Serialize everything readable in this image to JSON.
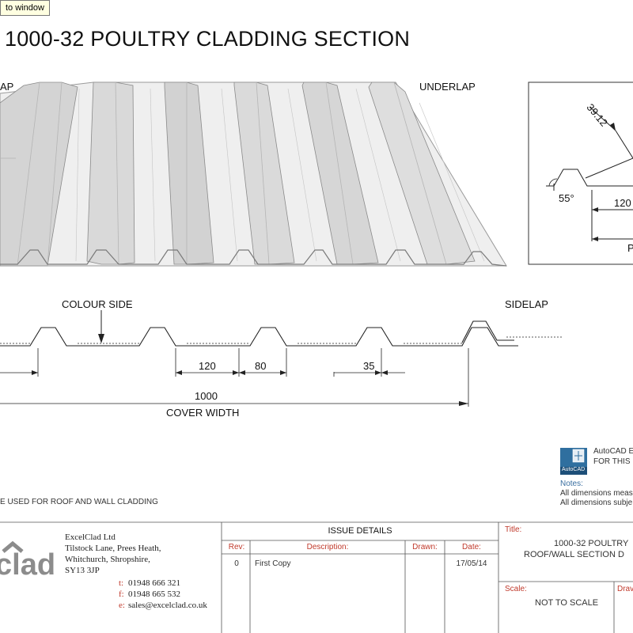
{
  "tooltip": "to window",
  "title": "1000-32 POULTRY CLADDING SECTION",
  "labels": {
    "overlap_partial": "AP",
    "underlap": "UNDERLAP",
    "colour_side": "COLOUR SIDE",
    "sidelap": "SIDELAP",
    "cover_width": "COVER WIDTH",
    "usage_note": "E USED FOR ROOF AND WALL CLADDING"
  },
  "dimensions": {
    "d120": "120",
    "d80": "80",
    "d35": "35",
    "d1000": "1000",
    "detail_3912": "39.12",
    "detail_55": "55°",
    "detail_120": "120",
    "detail_p": "P"
  },
  "autocad": {
    "line1": "AutoCAD E",
    "line2": "FOR THIS",
    "badge": "AutoCAD",
    "notes_title": "Notes:",
    "note1": "All dimensions meas",
    "note2": "All dimensions subje"
  },
  "company": {
    "logo": "clad",
    "name": "ExcelClad Ltd",
    "address1": "Tilstock Lane, Prees Heath,",
    "address2": "Whitchurch, Shropshire,",
    "address3": "SY13 3JP",
    "tel_key": "t:",
    "tel": "01948  666  321",
    "fax_key": "f:",
    "fax": "01948  665  532",
    "email_key": "e:",
    "email": "sales@excelclad.co.uk"
  },
  "issue": {
    "header": "ISSUE DETAILS",
    "col_rev": "Rev:",
    "col_desc": "Description:",
    "col_drawn": "Drawn:",
    "col_date": "Date:",
    "row_rev": "0",
    "row_desc": "First Copy",
    "row_drawn": "",
    "row_date": "17/05/14"
  },
  "titleblock": {
    "title_key": "Title:",
    "title_line1": "1000-32 POULTRY",
    "title_line2": "ROOF/WALL SECTION D",
    "scale_key": "Scale:",
    "scale_val": "NOT TO SCALE",
    "drawn_key": "Drav"
  }
}
